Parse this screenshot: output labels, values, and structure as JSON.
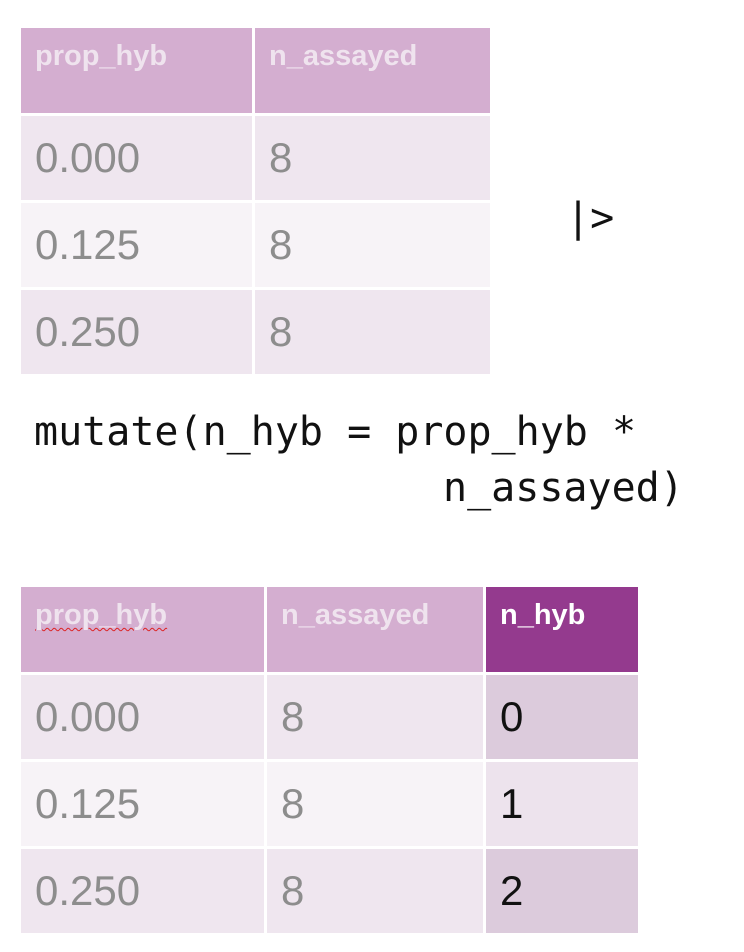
{
  "top_table": {
    "headers": [
      "prop_hyb",
      "n_assayed"
    ],
    "rows": [
      [
        "0.000",
        "8"
      ],
      [
        "0.125",
        "8"
      ],
      [
        "0.250",
        "8"
      ]
    ]
  },
  "pipe_operator": "|>",
  "code": {
    "line1": "mutate(n_hyb = prop_hyb *",
    "line2": "n_assayed)"
  },
  "bottom_table": {
    "headers": [
      "prop_hyb",
      "n_assayed",
      "n_hyb"
    ],
    "rows": [
      [
        "0.000",
        "8",
        "0"
      ],
      [
        "0.125",
        "8",
        "1"
      ],
      [
        "0.250",
        "8",
        "2"
      ]
    ]
  },
  "colors": {
    "header_bg": "#d4aed0",
    "new_column_header_bg": "#943a8e",
    "row_odd": "#efe6ef",
    "row_even": "#f7f3f7"
  }
}
